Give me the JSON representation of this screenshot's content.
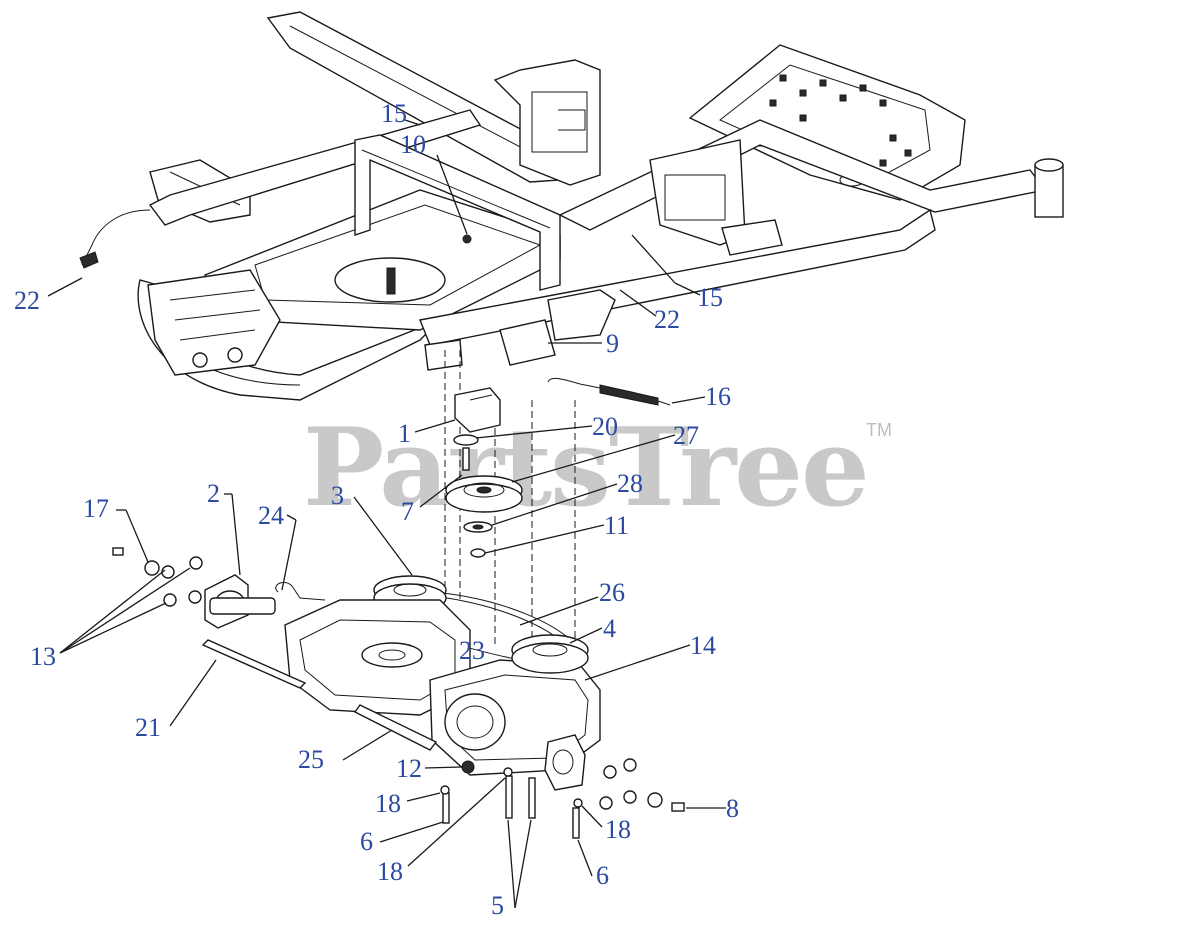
{
  "watermark": {
    "text": "PartsTree",
    "mark": "TM"
  },
  "callouts": [
    {
      "id": "c15a",
      "label": "15"
    },
    {
      "id": "c10",
      "label": "10"
    },
    {
      "id": "c22a",
      "label": "22"
    },
    {
      "id": "c22b",
      "label": "22"
    },
    {
      "id": "c15b",
      "label": "15"
    },
    {
      "id": "c9",
      "label": "9"
    },
    {
      "id": "c16",
      "label": "16"
    },
    {
      "id": "c1",
      "label": "1"
    },
    {
      "id": "c20",
      "label": "20"
    },
    {
      "id": "c27",
      "label": "27"
    },
    {
      "id": "c28",
      "label": "28"
    },
    {
      "id": "c7",
      "label": "7"
    },
    {
      "id": "c11",
      "label": "11"
    },
    {
      "id": "c17",
      "label": "17"
    },
    {
      "id": "c2",
      "label": "2"
    },
    {
      "id": "c24",
      "label": "24"
    },
    {
      "id": "c3",
      "label": "3"
    },
    {
      "id": "c26",
      "label": "26"
    },
    {
      "id": "c4",
      "label": "4"
    },
    {
      "id": "c14",
      "label": "14"
    },
    {
      "id": "c23",
      "label": "23"
    },
    {
      "id": "c13",
      "label": "13"
    },
    {
      "id": "c21",
      "label": "21"
    },
    {
      "id": "c25",
      "label": "25"
    },
    {
      "id": "c12",
      "label": "12"
    },
    {
      "id": "c18a",
      "label": "18"
    },
    {
      "id": "c6a",
      "label": "6"
    },
    {
      "id": "c18b",
      "label": "18"
    },
    {
      "id": "c5",
      "label": "5"
    },
    {
      "id": "c18c",
      "label": "18"
    },
    {
      "id": "c6b",
      "label": "6"
    },
    {
      "id": "c8",
      "label": "8"
    }
  ]
}
